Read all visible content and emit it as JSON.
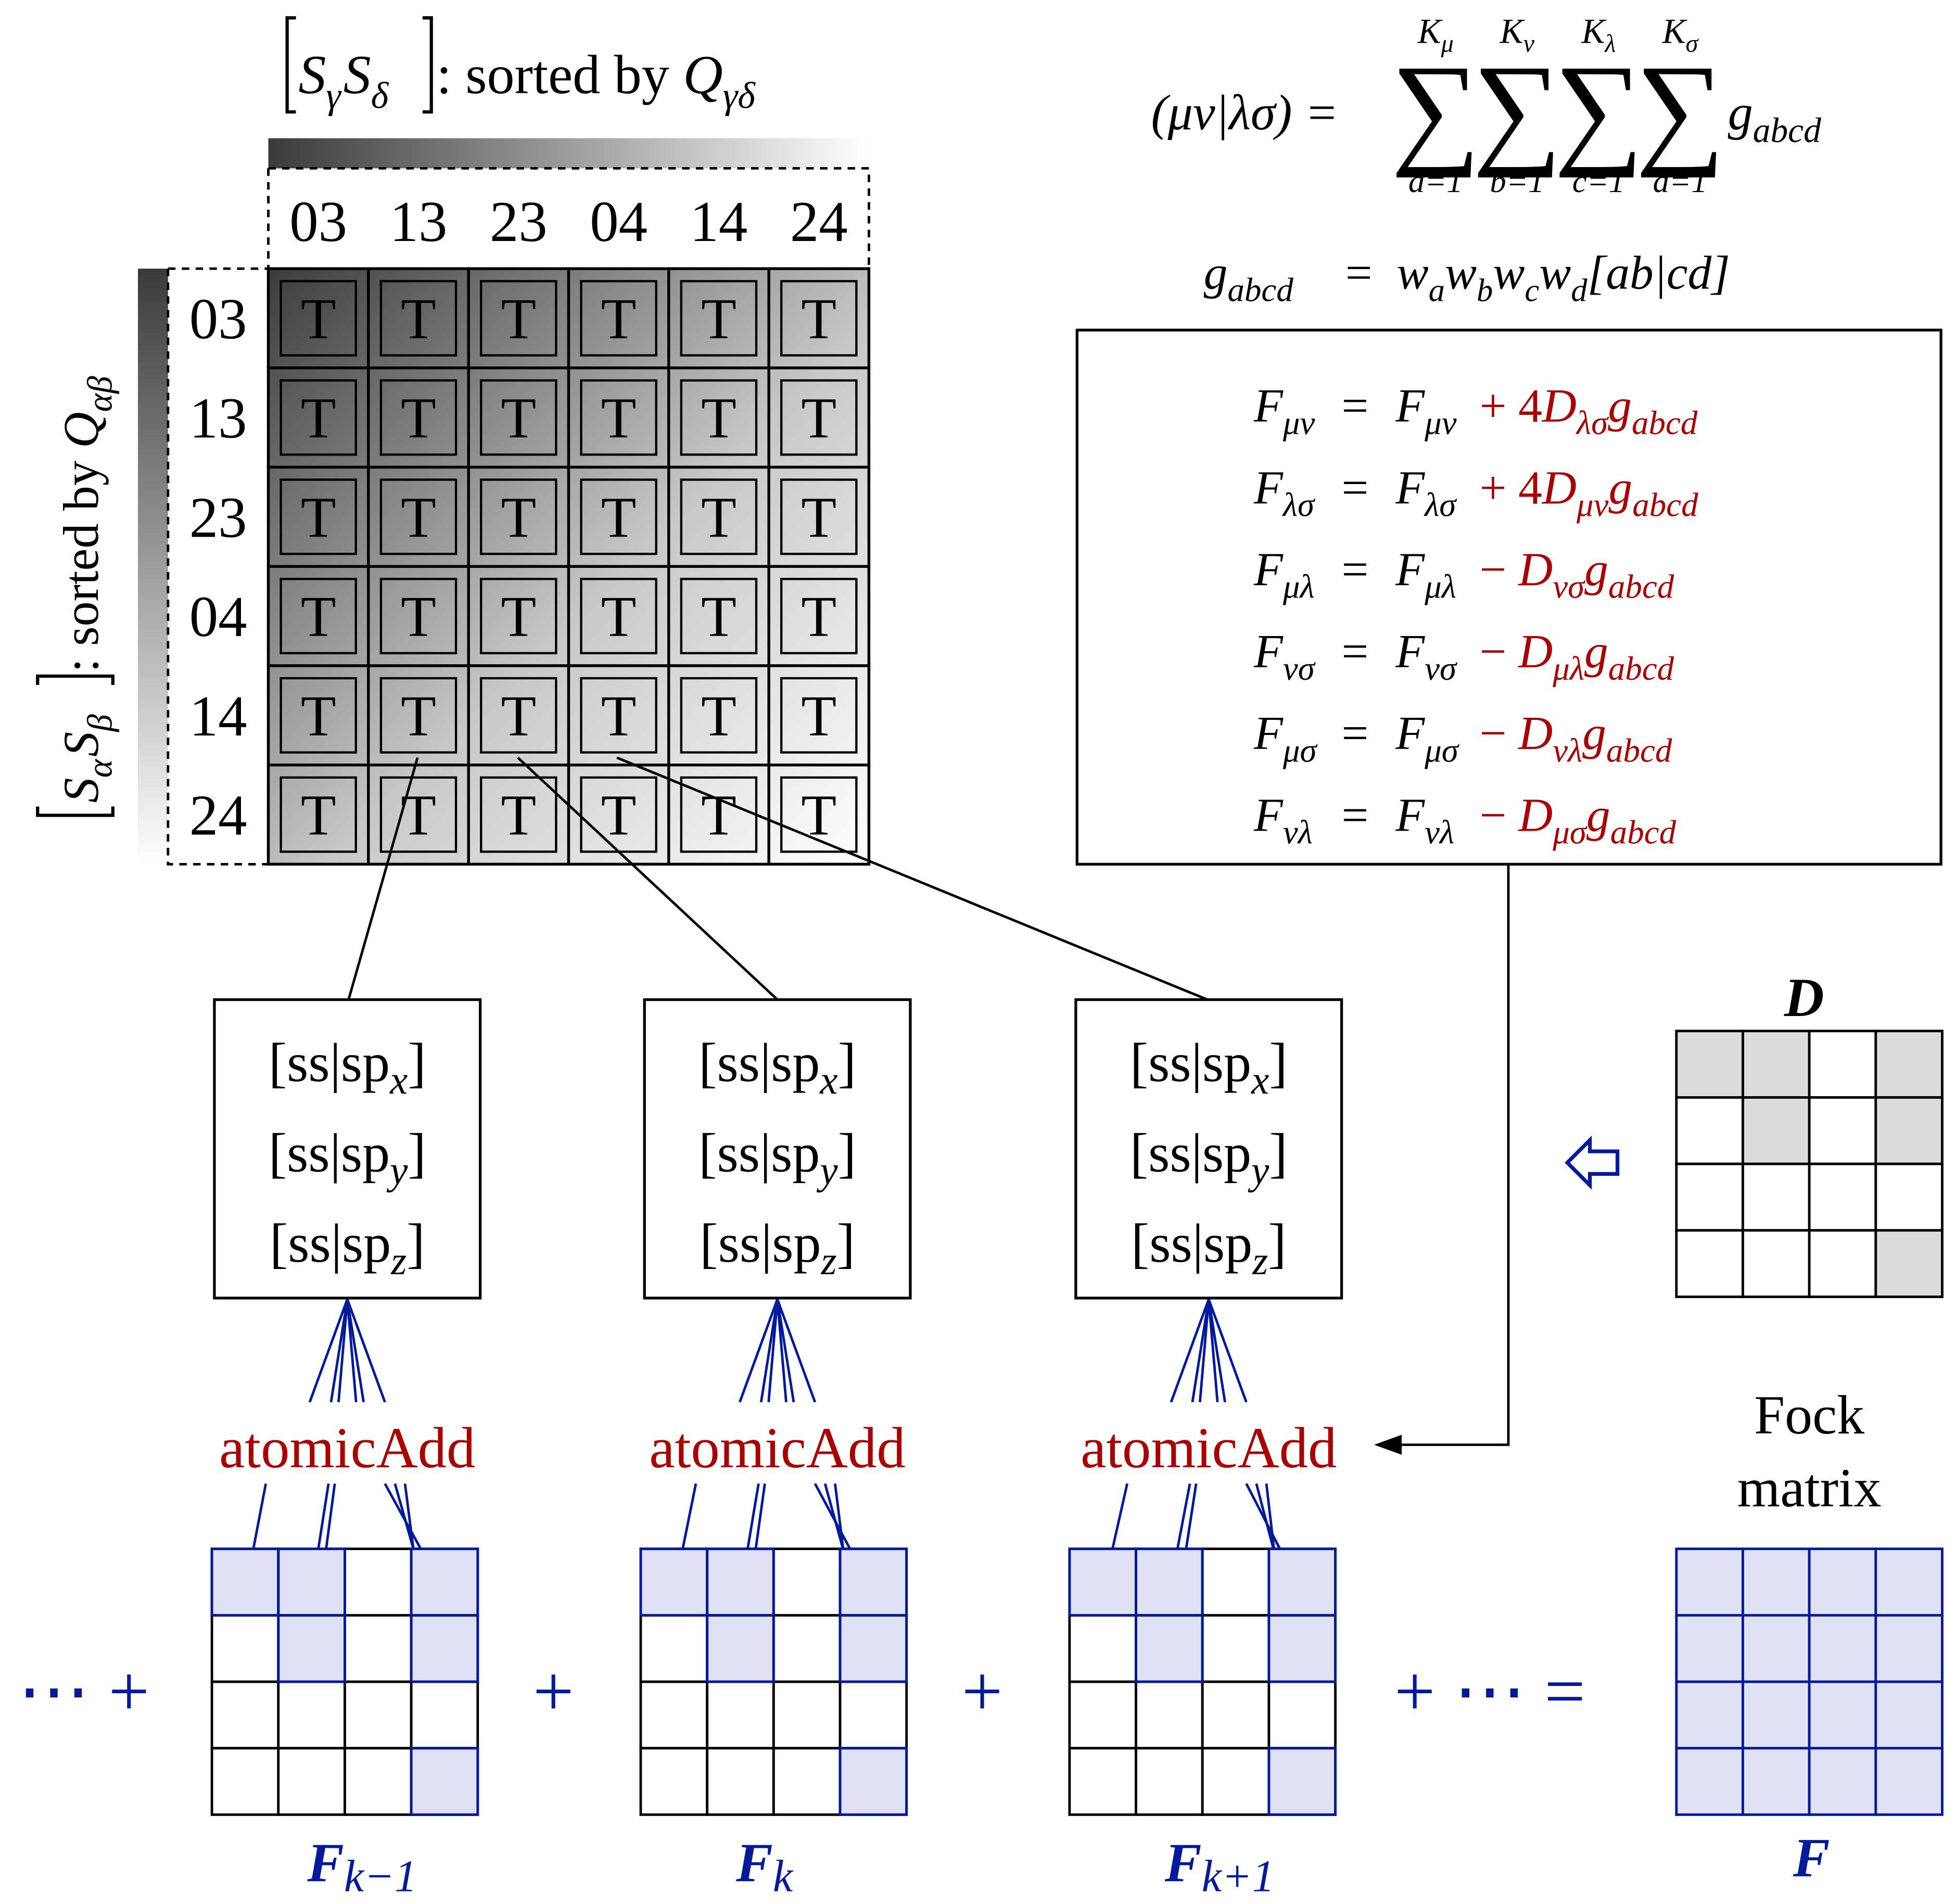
{
  "heading": {
    "columns": {
      "pair": "S",
      "sub1": "γ",
      "sub2": "δ",
      "text": ": sorted by ",
      "q": "Q",
      "qsub": "γδ"
    },
    "rows": {
      "pair": "S",
      "sub1": "α",
      "sub2": "β",
      "text": ": sorted by ",
      "q": "Q",
      "qsub": "αβ"
    }
  },
  "grid": {
    "col_labels": [
      "03",
      "13",
      "23",
      "04",
      "14",
      "24"
    ],
    "row_labels": [
      "03",
      "13",
      "23",
      "04",
      "14",
      "24"
    ],
    "cell_text": "T"
  },
  "equation": {
    "lhs": "(μν|λσ) = ",
    "sums": [
      {
        "upper": "K",
        "upper_sub": "μ",
        "lower": "a=1"
      },
      {
        "upper": "K",
        "upper_sub": "ν",
        "lower": "b=1"
      },
      {
        "upper": "K",
        "upper_sub": "λ",
        "lower": "c=1"
      },
      {
        "upper": "K",
        "upper_sub": "σ",
        "lower": "d=1"
      }
    ],
    "sigma": "∑",
    "term": "g",
    "term_sub": "abcd",
    "g_def": {
      "lhs": "g",
      "lhs_sub": "abcd",
      "eq": "=",
      "w": "w",
      "subs": [
        "a",
        "b",
        "c",
        "d"
      ],
      "bracket": "[ab|cd]"
    }
  },
  "fock_updates": [
    {
      "f": "μν",
      "op": "+ 4",
      "d": "λσ"
    },
    {
      "f": "λσ",
      "op": "+ 4",
      "d": "μν"
    },
    {
      "f": "μλ",
      "op": "− ",
      "d": "νσ"
    },
    {
      "f": "νσ",
      "op": "− ",
      "d": "μλ"
    },
    {
      "f": "μσ",
      "op": "− ",
      "d": "νλ"
    },
    {
      "f": "νλ",
      "op": "− ",
      "d": "μσ"
    }
  ],
  "fock_symbol": "F",
  "density_symbol": "D",
  "g_symbol": "g",
  "g_sub": "abcd",
  "integral_boxes": [
    {
      "lines": [
        {
          "main": "[ss|sp",
          "sub": "x",
          "close": "]"
        },
        {
          "main": "[ss|sp",
          "sub": "y",
          "close": "]"
        },
        {
          "main": "[ss|sp",
          "sub": "z",
          "close": "]"
        }
      ]
    },
    {
      "lines": [
        {
          "main": "[ss|sp",
          "sub": "x",
          "close": "]"
        },
        {
          "main": "[ss|sp",
          "sub": "y",
          "close": "]"
        },
        {
          "main": "[ss|sp",
          "sub": "z",
          "close": "]"
        }
      ]
    },
    {
      "lines": [
        {
          "main": "[ss|sp",
          "sub": "x",
          "close": "]"
        },
        {
          "main": "[ss|sp",
          "sub": "y",
          "close": "]"
        },
        {
          "main": "[ss|sp",
          "sub": "z",
          "close": "]"
        }
      ]
    }
  ],
  "atomic_add": "atomicAdd",
  "d_matrix": {
    "label": "D",
    "shaded": [
      [
        1,
        1,
        0,
        1
      ],
      [
        0,
        1,
        0,
        1
      ],
      [
        0,
        0,
        0,
        0
      ],
      [
        0,
        0,
        0,
        1
      ]
    ]
  },
  "partial_matrices": [
    {
      "label": "F",
      "sub": "k−1"
    },
    {
      "label": "F",
      "sub": "k"
    },
    {
      "label": "F",
      "sub": "k+1"
    }
  ],
  "partial_shaded": [
    [
      1,
      1,
      0,
      1
    ],
    [
      0,
      1,
      0,
      1
    ],
    [
      0,
      0,
      0,
      0
    ],
    [
      0,
      0,
      0,
      1
    ]
  ],
  "fock_matrix": {
    "caption_line1": "Fock",
    "caption_line2": "matrix",
    "label": "F"
  },
  "operators": {
    "leading": "⋯ +",
    "plus": "+",
    "trailing": "+ ⋯ ="
  },
  "colors": {
    "navy": "#001a99",
    "red": "#a80000",
    "shade": "#dcdcdc",
    "fill_blue": "#e1e1f5",
    "black": "#000000"
  }
}
